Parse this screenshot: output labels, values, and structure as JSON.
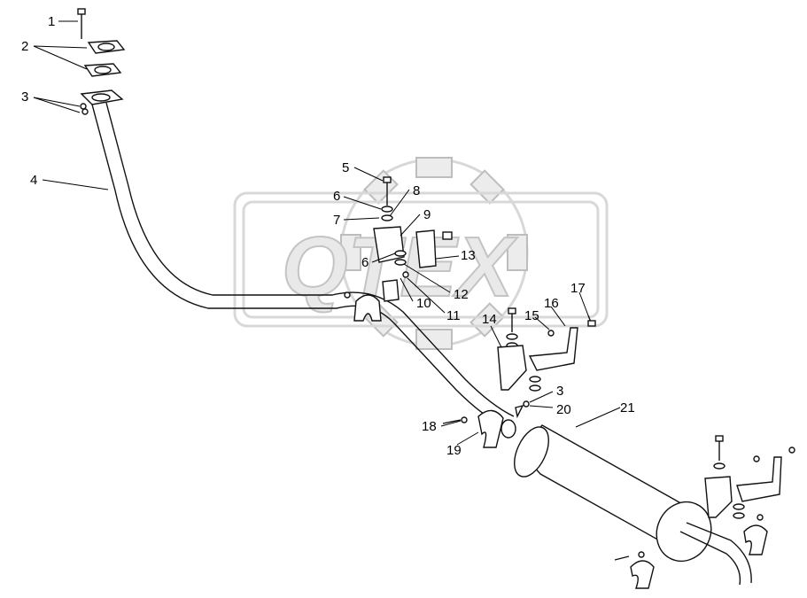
{
  "watermark": {
    "text": "QTEX"
  },
  "callouts": [
    "1",
    "2",
    "3",
    "4",
    "5",
    "6",
    "7",
    "8",
    "9",
    "6",
    "13",
    "10",
    "12",
    "11",
    "14",
    "15",
    "16",
    "17",
    "3",
    "20",
    "21",
    "18",
    "19"
  ]
}
